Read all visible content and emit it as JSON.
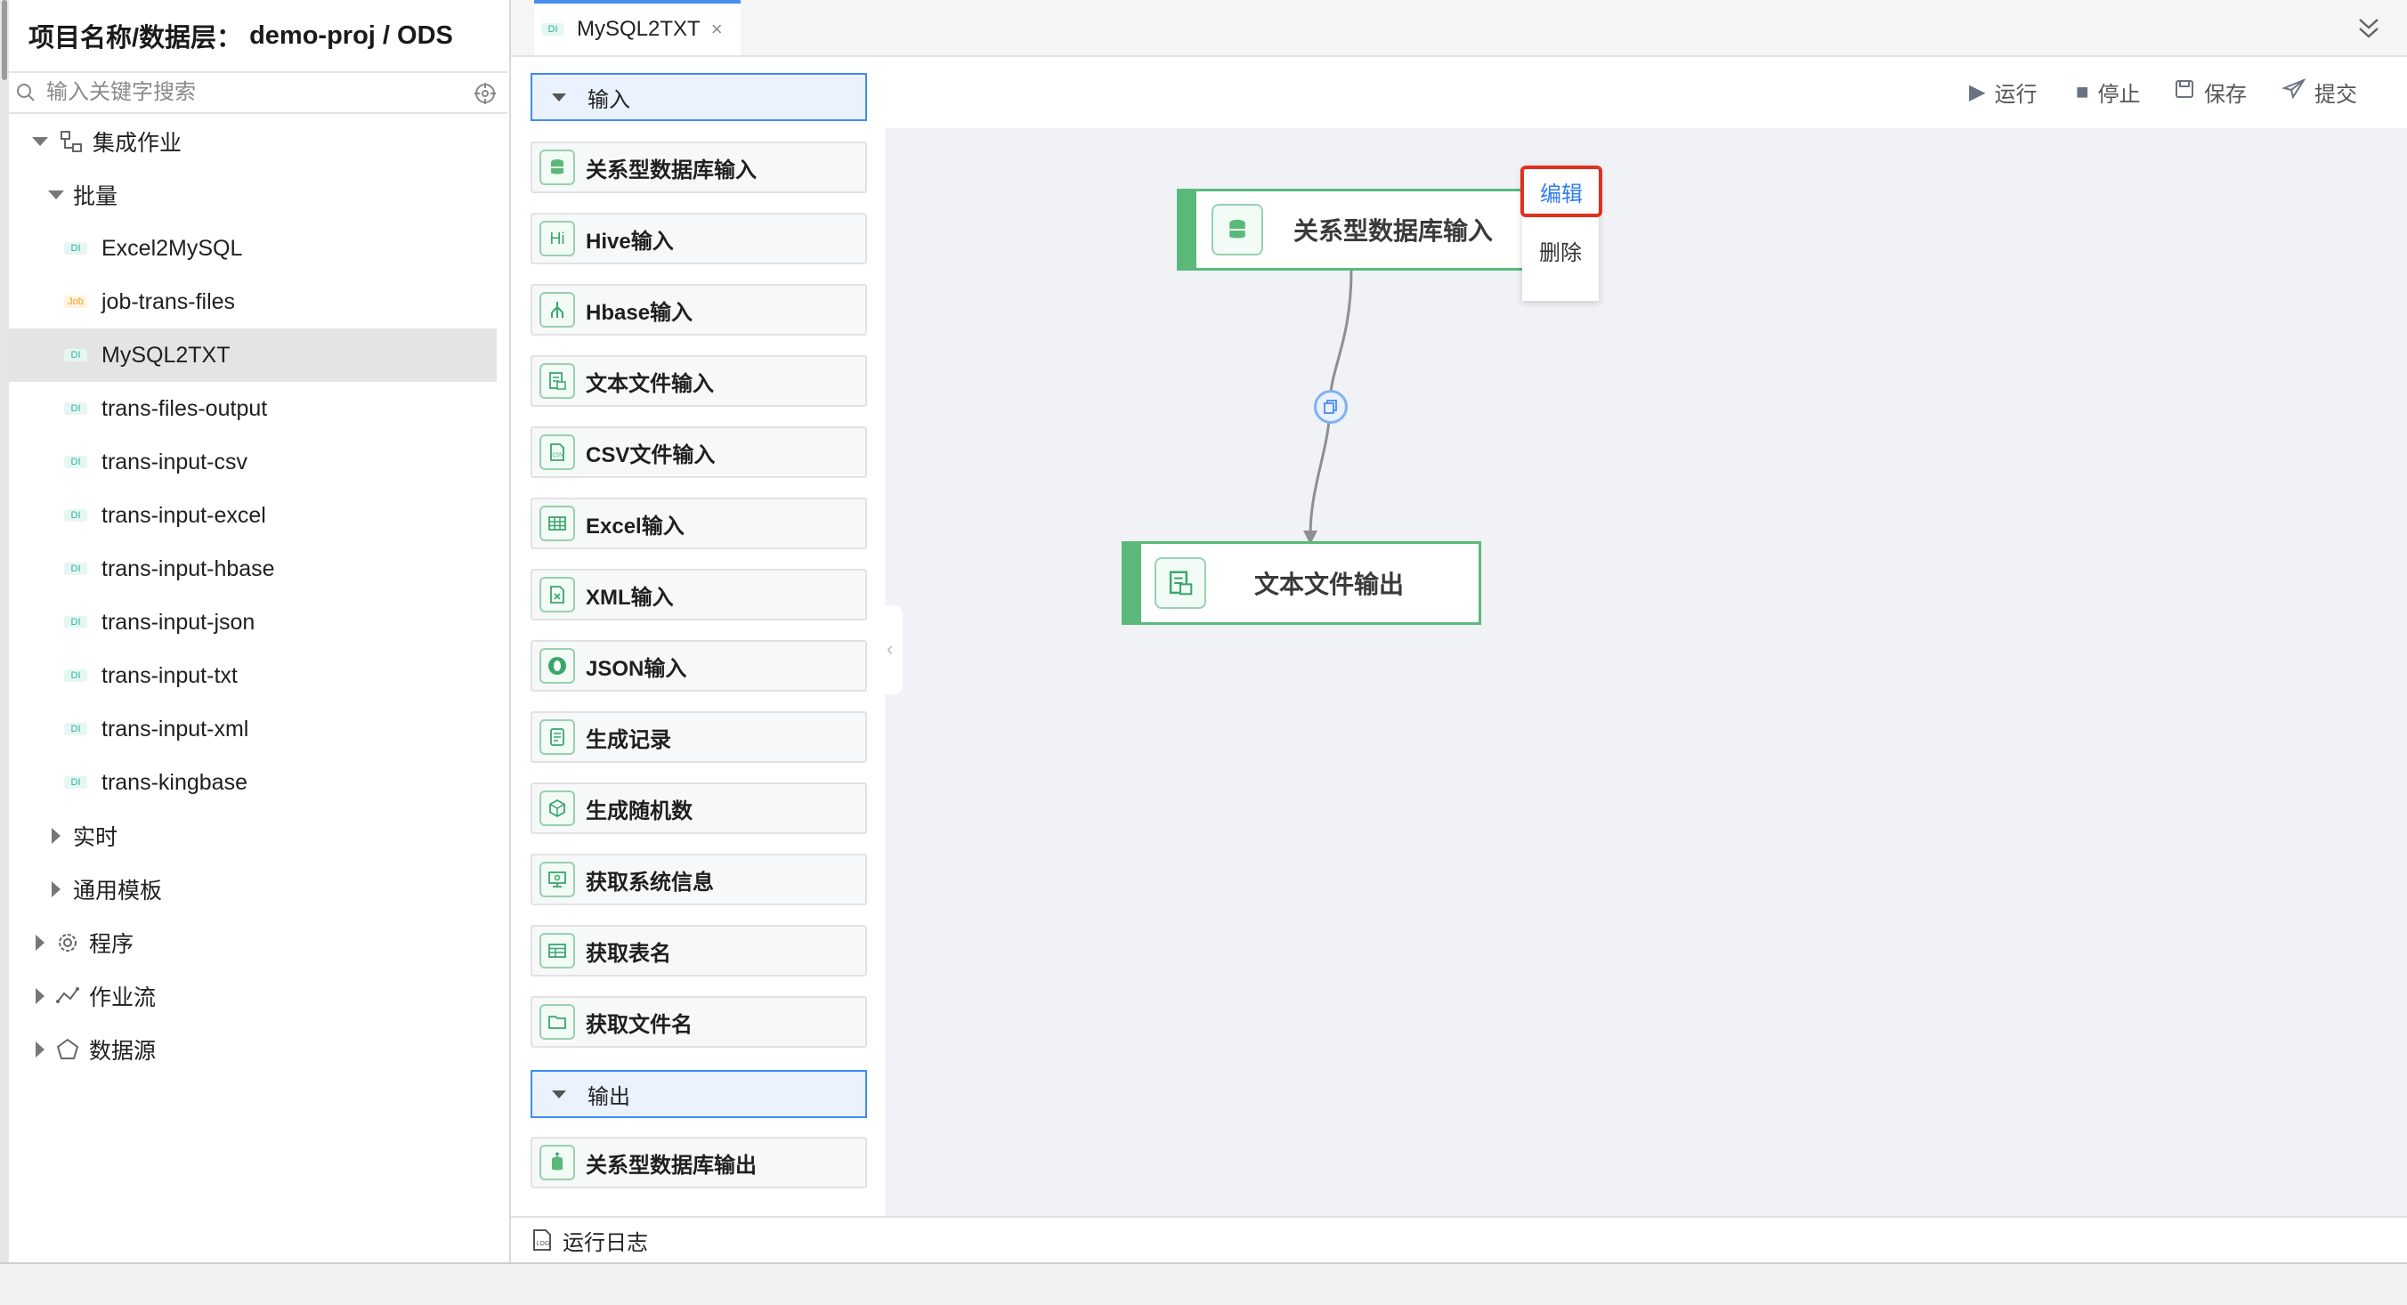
{
  "project": {
    "label": "项目名称/数据层：",
    "value": "demo-proj / ODS"
  },
  "search": {
    "placeholder": "输入关键字搜索"
  },
  "tree": {
    "integration": "集成作业",
    "batch": "批量",
    "batch_items": [
      {
        "tag": "DI",
        "label": "Excel2MySQL"
      },
      {
        "tag": "Job",
        "label": "job-trans-files"
      },
      {
        "tag": "DI",
        "label": "MySQL2TXT",
        "selected": true
      },
      {
        "tag": "DI",
        "label": "trans-files-output"
      },
      {
        "tag": "DI",
        "label": "trans-input-csv"
      },
      {
        "tag": "DI",
        "label": "trans-input-excel"
      },
      {
        "tag": "DI",
        "label": "trans-input-hbase"
      },
      {
        "tag": "DI",
        "label": "trans-input-json"
      },
      {
        "tag": "DI",
        "label": "trans-input-txt"
      },
      {
        "tag": "DI",
        "label": "trans-input-xml"
      },
      {
        "tag": "DI",
        "label": "trans-kingbase"
      }
    ],
    "realtime": "实时",
    "templates": "通用模板",
    "programs": "程序",
    "workflow": "作业流",
    "datasource": "数据源"
  },
  "tab": {
    "tag": "DI",
    "label": "MySQL2TXT",
    "close": "×"
  },
  "palette": {
    "input_group": "输入",
    "input_items": [
      {
        "icon": "database-icon",
        "label": "关系型数据库输入"
      },
      {
        "icon": "hive-icon",
        "label": "Hive输入",
        "icon_text": "Hi"
      },
      {
        "icon": "hbase-icon",
        "label": "Hbase输入"
      },
      {
        "icon": "text-file-icon",
        "label": "文本文件输入"
      },
      {
        "icon": "csv-file-icon",
        "label": "CSV文件输入"
      },
      {
        "icon": "table-grid-icon",
        "label": "Excel输入"
      },
      {
        "icon": "xml-file-icon",
        "label": "XML输入"
      },
      {
        "icon": "json-icon",
        "label": "JSON输入"
      },
      {
        "icon": "record-icon",
        "label": "生成记录"
      },
      {
        "icon": "cube-icon",
        "label": "生成随机数"
      },
      {
        "icon": "monitor-icon",
        "label": "获取系统信息"
      },
      {
        "icon": "table-icon",
        "label": "获取表名"
      },
      {
        "icon": "folder-icon",
        "label": "获取文件名"
      }
    ],
    "output_group": "输出",
    "output_items": [
      {
        "icon": "database-output-icon",
        "label": "关系型数据库输出"
      }
    ]
  },
  "toolbar": {
    "run": "运行",
    "stop": "停止",
    "save": "保存",
    "submit": "提交"
  },
  "canvas": {
    "node_source": "关系型数据库输入",
    "node_target": "文本文件输出",
    "context_menu": {
      "edit": "编辑",
      "delete": "删除"
    }
  },
  "bottom": {
    "log": "运行日志"
  },
  "colors": {
    "accent": "#3d8df0",
    "node_green": "#5ab97a",
    "highlight_red": "#e0301e",
    "canvas_bg": "#f0f2f5"
  }
}
